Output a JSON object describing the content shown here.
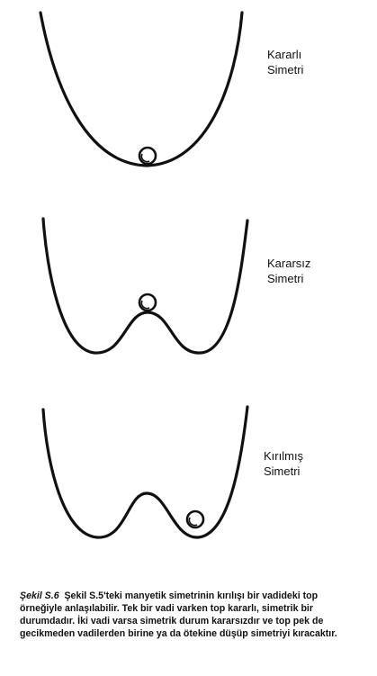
{
  "panels": [
    {
      "label_line1": "Kararlı",
      "label_line2": "Simetri"
    },
    {
      "label_line1": "Kararsız",
      "label_line2": "Simetri"
    },
    {
      "label_line1": "Kırılmış",
      "label_line2": "Simetri"
    }
  ],
  "caption": {
    "figure_number": "Şekil S.6",
    "text": "Şekil S.5'teki manyetik simetrinin kırılışı bir vadideki top örneğiyle anlaşılabilir. Tek bir vadi varken top kararlı, simetrik bir durumdadır. İki vadi varsa simetrik durum kararsızdır ve top pek de gecikmeden vadilerden birine ya da ötekine düşüp simetriyi kıracaktır."
  }
}
